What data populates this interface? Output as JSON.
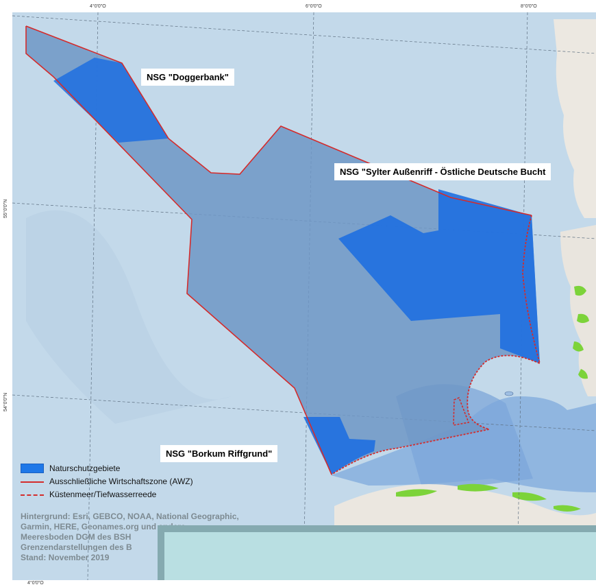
{
  "coordinates": {
    "top": [
      "4°0'0\"O",
      "6°0'0\"O",
      "8°0'0\"O"
    ],
    "bottom": [
      "4°0'0\"O"
    ],
    "left": [
      "55°0'0\"N",
      "54°0'0\"N"
    ]
  },
  "labels": {
    "doggerbank": "NSG \"Doggerbank\"",
    "sylter": "NSG \"Sylter Außenriff - Östliche Deutsche Bucht",
    "borkum": "NSG \"Borkum Riffgrund\""
  },
  "legend": {
    "items": [
      {
        "label": "Naturschutzgebiete",
        "symbol": "fill",
        "color": "#1f78e8"
      },
      {
        "label": "Ausschließliche Wirtschaftszone (AWZ)",
        "symbol": "line",
        "color": "#d42b2b"
      },
      {
        "label": "Küstenmeer/Tiefwasserreede",
        "symbol": "dashed",
        "color": "#d42b2b"
      }
    ]
  },
  "attribution": [
    "Hintergrund: Esri, GEBCO, NOAA, National Geographic,",
    "Garmin, HERE, Geonames.org und andere",
    "Meeresboden DGM des BSH",
    "Grenzendarstellungen des B",
    "Stand: November 2019"
  ],
  "colors": {
    "sea": "#c3d9ea",
    "awz_fill": "#6e97c6",
    "nsg_fill": "#1f6fe0",
    "boundary": "#d42b2b",
    "land": "#ece8e1",
    "tidal": "#7cd33a"
  }
}
